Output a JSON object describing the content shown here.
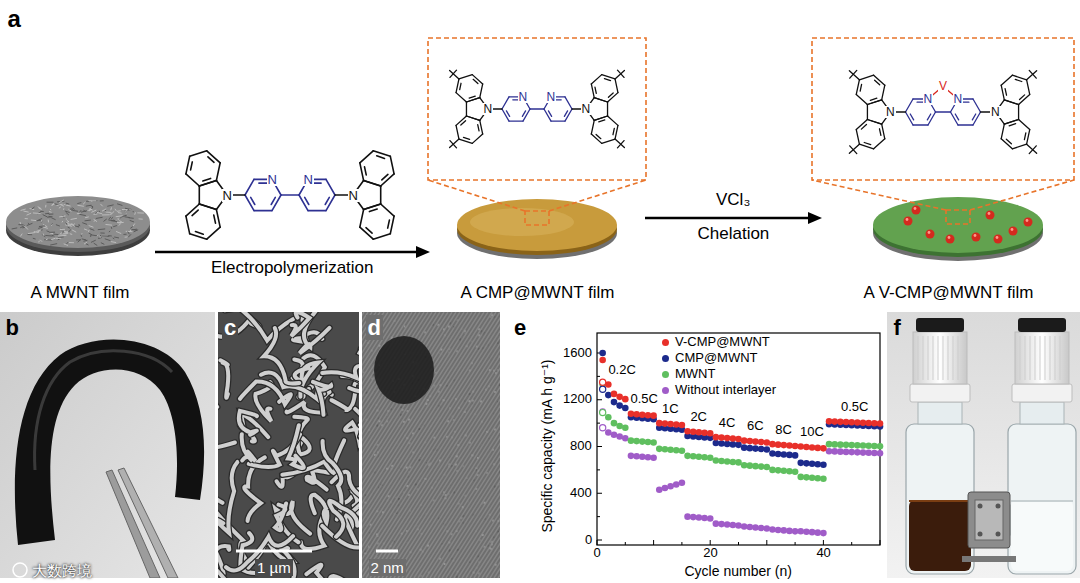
{
  "diagram": {
    "nodes": [
      {
        "text": [
          "A MWNT film"
        ]
      },
      {
        "text": [
          "A CMP@MWNT film"
        ]
      },
      {
        "text": [
          "A V-CMP@MWNT film"
        ]
      }
    ],
    "edges": [
      {
        "from": 0,
        "to": 1,
        "arrow": "to",
        "label": "Electropolymerization"
      },
      {
        "from": 1,
        "to": 2,
        "arrow": "to",
        "label": "Chelation"
      }
    ],
    "labels": [
      "a",
      "N",
      "N",
      "N",
      "N",
      "N",
      "N",
      "N",
      "N",
      "VCl₃",
      "N",
      "N",
      "V",
      "N",
      "N",
      "b",
      "c",
      "1 µm",
      "d",
      "2 nm",
      "e",
      "1600",
      "1200",
      "800",
      "400",
      "0",
      "0",
      "20",
      "40",
      "Specific capacity (mA h g⁻¹)",
      "Cycle number (n)",
      "0.2C",
      "0.5C",
      "1C",
      "2C",
      "4C",
      "6C",
      "8C",
      "10C",
      "0.5C",
      "f",
      "大数跨境"
    ],
    "legend": [
      {
        "text": "V-CMP@MWNT",
        "color": "#e8302a"
      },
      {
        "text": "CMP@MWNT",
        "color": "#1c2a8c"
      },
      {
        "text": "MWNT",
        "color": "#5fbf5f"
      },
      {
        "text": "Without interlayer",
        "color": "#a05cc8"
      }
    ]
  }
}
